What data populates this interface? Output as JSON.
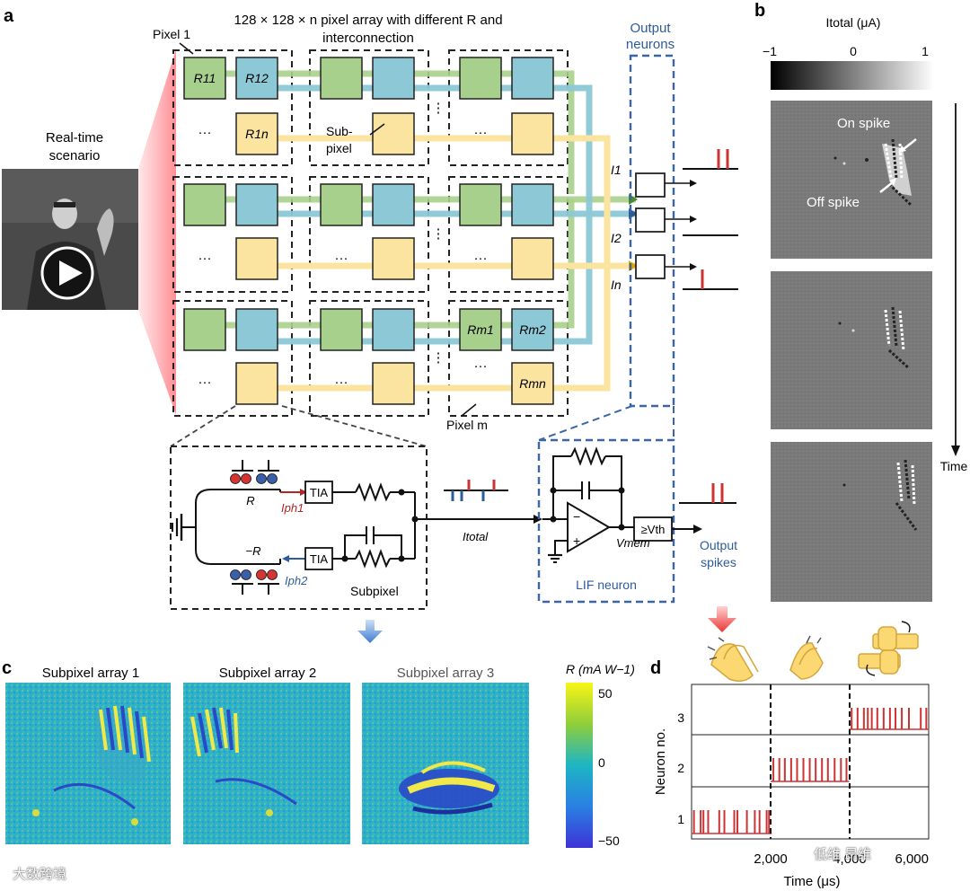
{
  "panels": {
    "a": "a",
    "b": "b",
    "c": "c",
    "d": "d"
  },
  "panel_a": {
    "title_line1": "128 × 128 × n pixel array with different R and",
    "title_line2": "interconnection",
    "pixel1_label": "Pixel 1",
    "pixelm_label": "Pixel m",
    "scenario_line1": "Real-time",
    "scenario_line2": "scenario",
    "subpixel_line1": "Sub-",
    "subpixel_line2": "pixel",
    "output_neurons_line1": "Output",
    "output_neurons_line2": "neurons",
    "cells": {
      "r11": "R11",
      "r12": "R12",
      "r1n": "R1n",
      "rm1": "Rm1",
      "rm2": "Rm2",
      "rmn": "Rmn"
    },
    "ellipsis": "···",
    "vdots": "⋮",
    "currents": {
      "i1": "I1",
      "i2": "I2",
      "in": "In"
    },
    "circuit": {
      "r_label": "R",
      "neg_r_label": "−R",
      "tia": "TIA",
      "iph1": "Iph1",
      "iph2": "Iph2",
      "subpixel": "Subpixel",
      "itotal": "Itotal",
      "vmem": "Vmem",
      "vth": "≥Vth",
      "lif": "LIF neuron",
      "output_spikes_line1": "Output",
      "output_spikes_line2": "spikes",
      "minus": "−",
      "plus": "+"
    }
  },
  "panel_b": {
    "colorbar_label": "Itotal (μA)",
    "ticks": [
      "−1",
      "0",
      "1"
    ],
    "on_spike": "On spike",
    "off_spike": "Off spike",
    "time_label": "Time"
  },
  "panel_c": {
    "titles": [
      "Subpixel array 1",
      "Subpixel array 2",
      "Subpixel array 3"
    ],
    "colorbar_label": "R (mA W−1)",
    "ticks": [
      "50",
      "0",
      "−50"
    ]
  },
  "panel_d": {
    "ylabel": "Neuron no.",
    "xlabel": "Time (μs)",
    "xticks": [
      "2,000",
      "4,000",
      "6,000"
    ],
    "yticks": [
      "3",
      "2",
      "1"
    ]
  },
  "watermarks": {
    "left": "大数跨境",
    "right": "低维 昂维"
  },
  "colors": {
    "green": "#a7d08c",
    "blue": "#8cc8d6",
    "yellow": "#fbe3a0",
    "spike": "#cc3333",
    "dashed_blue": "#3a66a8",
    "output_label": "#2e5c99"
  },
  "chart_data": {
    "type": "raster",
    "xlabel": "Time (μs)",
    "ylabel": "Neuron no.",
    "xlim": [
      0,
      6000
    ],
    "xticks": [
      2000,
      4000,
      6000
    ],
    "yticks": [
      1,
      2,
      3
    ],
    "gesture_boundaries": [
      2000,
      4000
    ],
    "series": [
      {
        "values": [
          60,
          230,
          300,
          420,
          700,
          830,
          1080,
          1160,
          1400,
          1600,
          1720,
          1900,
          1960
        ]
      },
      {
        "values": [
          2070,
          2220,
          2360,
          2520,
          2670,
          2830,
          2990,
          3140,
          3300,
          3450,
          3620,
          3780,
          3920
        ]
      },
      {
        "values": [
          4050,
          4200,
          4360,
          4460,
          4560,
          4700,
          4860,
          5020,
          5160,
          5320,
          5500,
          5800,
          5940
        ]
      }
    ]
  }
}
